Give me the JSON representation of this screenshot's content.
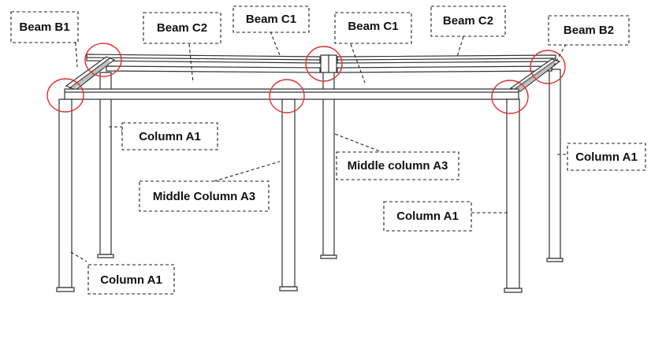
{
  "colors": {
    "highlight_circle": "#e0322f",
    "structure_outline": "#333333",
    "label_border": "#222222"
  },
  "labels": {
    "beam_b1": "Beam B1",
    "beam_c2_left": "Beam C2",
    "beam_c1_left": "Beam C1",
    "beam_c1_right": "Beam C1",
    "beam_c2_right": "Beam C2",
    "beam_b2": "Beam B2",
    "column_a1_left_back": "Column A1",
    "middle_column_a3_right": "Middle column A3",
    "column_a1_right_back": "Column A1",
    "middle_column_a3_front": "Middle Column A3",
    "column_a1_right_front": "Column A1",
    "column_a1_left_front": "Column A1"
  }
}
